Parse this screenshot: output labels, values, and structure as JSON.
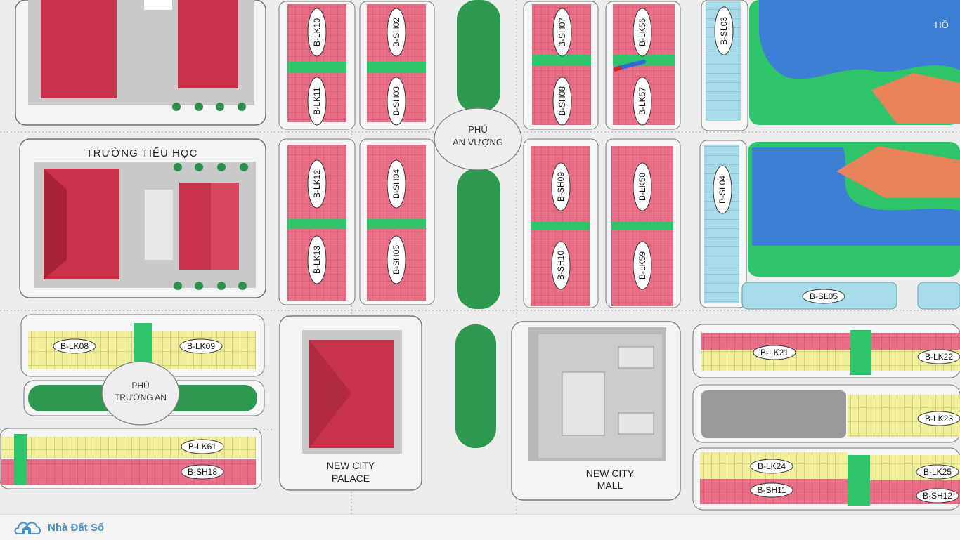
{
  "map": {
    "blocks_top_left": [
      "B-LK10",
      "B-LK11",
      "B-SH02",
      "B-SH03",
      "B-SH07",
      "B-SH08",
      "B-LK56",
      "B-LK57",
      "B-SL03"
    ],
    "blocks_mid": [
      "B-LK12",
      "B-LK13",
      "B-SH04",
      "B-SH05",
      "B-SH09",
      "B-SH10",
      "B-LK58",
      "B-LK59",
      "B-SL04",
      "B-SL05"
    ],
    "blocks_bottom": [
      "B-LK08",
      "B-LK09",
      "B-LK61",
      "B-SH18",
      "B-LK21",
      "B-LK22",
      "B-LK23",
      "B-LK24",
      "B-LK25",
      "B-SH11",
      "B-SH12"
    ],
    "school_line1": "TRƯỜNG TIỂU HỌC",
    "roundabout_1_line1": "PHÚ",
    "roundabout_1_line2": "AN VƯỢNG",
    "roundabout_2_line1": "PHÚ",
    "roundabout_2_line2": "TRƯỜNG AN",
    "palace_line1": "NEW CITY",
    "palace_line2": "PALACE",
    "mall_line1": "NEW CITY",
    "mall_line2": "MALL",
    "lake_label": "HỒ",
    "colors": {
      "pink": "#e86f86",
      "yellow": "#f1ee9c",
      "cyan": "#a8dce8",
      "green": "#2ec46a",
      "lake": "#3d7fd6",
      "roof": "#c8324a",
      "orange": "#e8835a"
    }
  },
  "footer": {
    "brand": "Nhà Đất Số",
    "icon": "house-cloud-icon"
  }
}
